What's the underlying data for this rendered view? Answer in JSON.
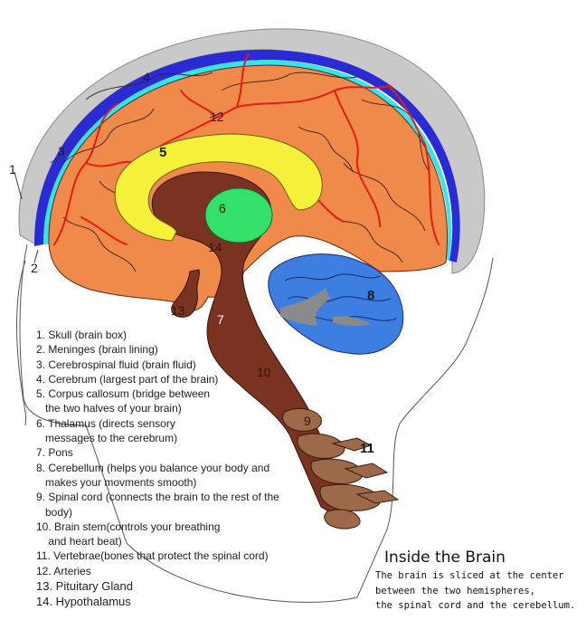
{
  "diagram": {
    "labels": {
      "n1": "1",
      "n2": "2",
      "n3": "3",
      "n4": "4",
      "n5": "5",
      "n6": "6",
      "n7": "7",
      "n8": "8",
      "n9": "9",
      "n10": "10",
      "n11": "11",
      "n12": "12",
      "n13": "13",
      "n14": "14"
    },
    "colors": {
      "skull": "#c9c9c9",
      "meninges": "#2b2bd6",
      "csf": "#33e5ee",
      "cerebrum": "#f08a4a",
      "arteries": "#e51c10",
      "corpus_callosum": "#f5f03a",
      "thalamus": "#33e06a",
      "brain_stem": "#7a3320",
      "cerebellum": "#3d7fe0",
      "vertebrae": "#9c6a4a"
    }
  },
  "legend": [
    "1. Skull (brain box)",
    "2. Meninges (brain lining)",
    "3. Cerebrospinal fluid (brain fluid)",
    "4. Cerebrum (largest part of the brain)",
    "5. Corpus callosum (bridge between",
    "   the two halves of your brain)",
    "6. Thalamus (directs sensory",
    "   messages to the cerebrum)",
    "7. Pons",
    "8. Cerebellum (helps you balance your body and",
    "   makes your movments smooth)",
    "9. Spinal cord (connects the brain to the rest of the",
    "   body)",
    "10. Brain stem(controls your breathing",
    "    and heart beat)",
    "11. Vertebrae(bones that protect the spinal cord)",
    "12. Arteries",
    "13. Pituitary Gland",
    "14. Hypothalamus"
  ],
  "caption": {
    "title": "Inside the Brain",
    "lines": [
      "The brain is sliced at the center",
      "between the two hemispheres,",
      "the spinal cord and the cerebellum."
    ]
  }
}
